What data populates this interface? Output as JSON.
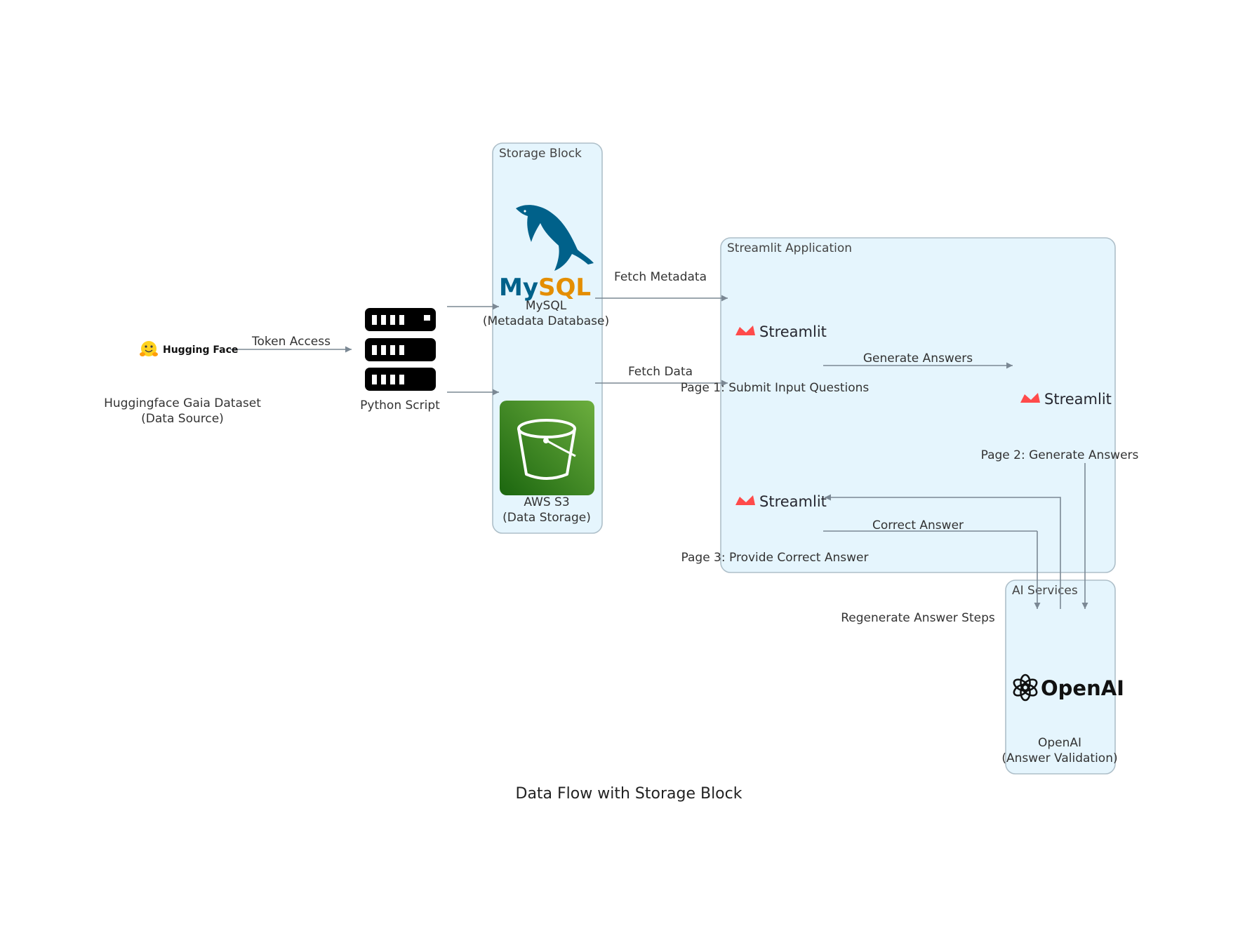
{
  "title": "Data Flow with Storage Block",
  "clusters": {
    "storage": "Storage Block",
    "streamlit": "Streamlit Application",
    "ai": "AI Services"
  },
  "nodes": {
    "huggingface": {
      "logo_text": "Hugging Face",
      "line1": "Huggingface Gaia Dataset",
      "line2": "(Data Source)",
      "icon": "hugging-face-emoji"
    },
    "python": {
      "line1": "Python Script",
      "icon": "server-rack-icon"
    },
    "mysql": {
      "logo_text": "MySQL",
      "line1": "MySQL",
      "line2": "(Metadata Database)",
      "icon": "mysql-dolphin"
    },
    "s3": {
      "line1": "AWS S3",
      "line2": "(Data Storage)",
      "icon": "s3-bucket"
    },
    "page1": {
      "logo_text": "Streamlit",
      "label": "Page 1: Submit Input Questions"
    },
    "page2": {
      "logo_text": "Streamlit",
      "label": "Page 2: Generate Answers"
    },
    "page3": {
      "logo_text": "Streamlit",
      "label": "Page 3: Provide Correct Answer"
    },
    "openai": {
      "logo_text": "OpenAI",
      "line1": "OpenAI",
      "line2": "(Answer Validation)",
      "icon": "openai-knot"
    }
  },
  "edges": {
    "token_access": "Token Access",
    "fetch_metadata": "Fetch Metadata",
    "fetch_data": "Fetch Data",
    "generate_answers": "Generate Answers",
    "correct_answer": "Correct Answer",
    "regenerate_steps": "Regenerate Answer Steps"
  },
  "colors": {
    "cluster_fill": "#e5f5fd",
    "cluster_border": "#aebfc9",
    "edge": "#7b8894",
    "mysql_blue": "#00618a",
    "mysql_orange": "#e48e00",
    "s3_green": "#3f8624",
    "streamlit_red": "#ff4b4b",
    "hf_yellow": "#ffd21e"
  }
}
